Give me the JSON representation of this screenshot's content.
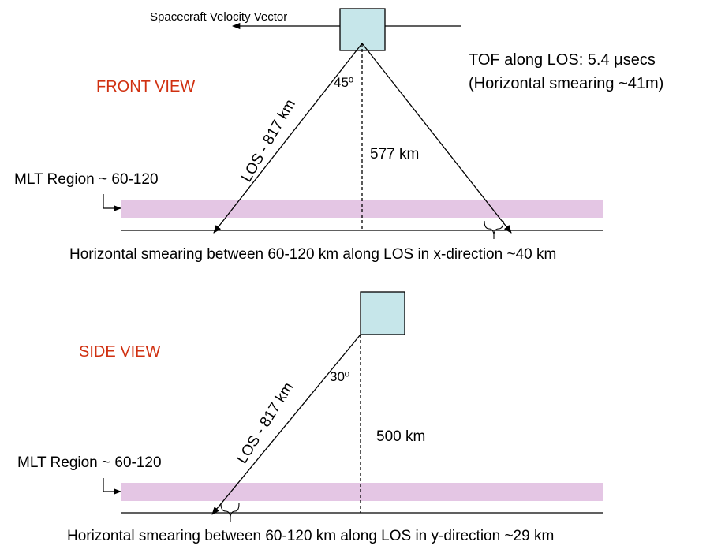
{
  "colors": {
    "spacecraft_fill": "#c6e6ea",
    "mlt_band": "#e4c6e4",
    "heading": "#d03010",
    "line": "#000000"
  },
  "front_view": {
    "heading": "FRONT VIEW",
    "velocity_label": "Spacecraft Velocity Vector",
    "tof_line1": "TOF along LOS: 5.4 μsecs",
    "tof_line2": "(Horizontal smearing ~41m)",
    "angle": "45º",
    "los_label": "LOS - 817 km",
    "altitude": "577 km",
    "mlt_label": "MLT Region ~ 60-120",
    "caption": "Horizontal smearing between 60-120 km along LOS in x-direction ~40 km"
  },
  "side_view": {
    "heading": "SIDE VIEW",
    "angle": "30º",
    "los_label": "LOS - 817 km",
    "altitude": "500 km",
    "mlt_label": "MLT Region ~ 60-120",
    "caption": "Horizontal smearing between 60-120 km along LOS in y-direction ~29 km"
  }
}
